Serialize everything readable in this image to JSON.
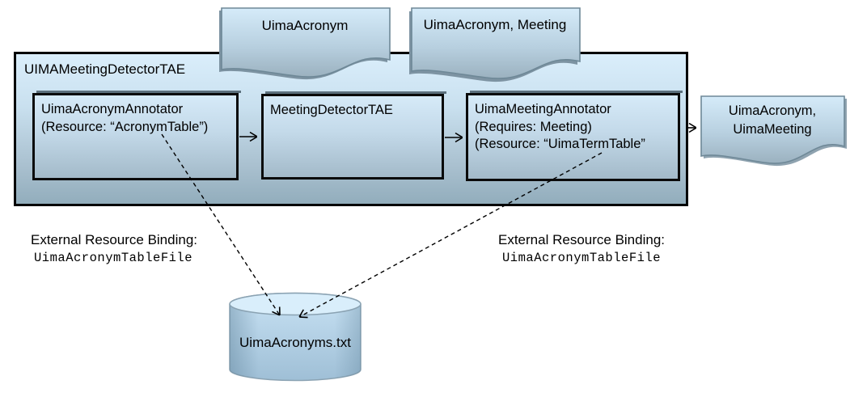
{
  "diagram": {
    "container": {
      "title": "UIMAMeetingDetectorTAE"
    },
    "components": {
      "acronym_annotator": {
        "lines": [
          "UimaAcronymAnnotator",
          "(Resource: “AcronymTable”)"
        ]
      },
      "meeting_detector": {
        "lines": [
          "MeetingDetectorTAE"
        ]
      },
      "meeting_annotator": {
        "lines": [
          "UimaMeetingAnnotator",
          "(Requires: Meeting)",
          "(Resource: “UimaTermTable”"
        ]
      }
    },
    "documents": {
      "input_left": "UimaAcronym",
      "input_right": "UimaAcronym, Meeting",
      "output": {
        "lines": [
          "UimaAcronym,",
          "UimaMeeting"
        ]
      }
    },
    "bindings": {
      "left": {
        "label": "External Resource Binding:",
        "value": "UimaAcronymTableFile"
      },
      "right": {
        "label": "External Resource Binding:",
        "value": "UimaAcronymTableFile"
      }
    },
    "datastore": {
      "label": "UimaAcronyms.txt"
    },
    "colors": {
      "shape_fill_top": "#daeefb",
      "shape_fill_bottom": "#92adbc",
      "box_border": "#000000",
      "doc_border": "#6e8897",
      "shadow": "#7d93a2",
      "arrow": "#000000"
    }
  }
}
